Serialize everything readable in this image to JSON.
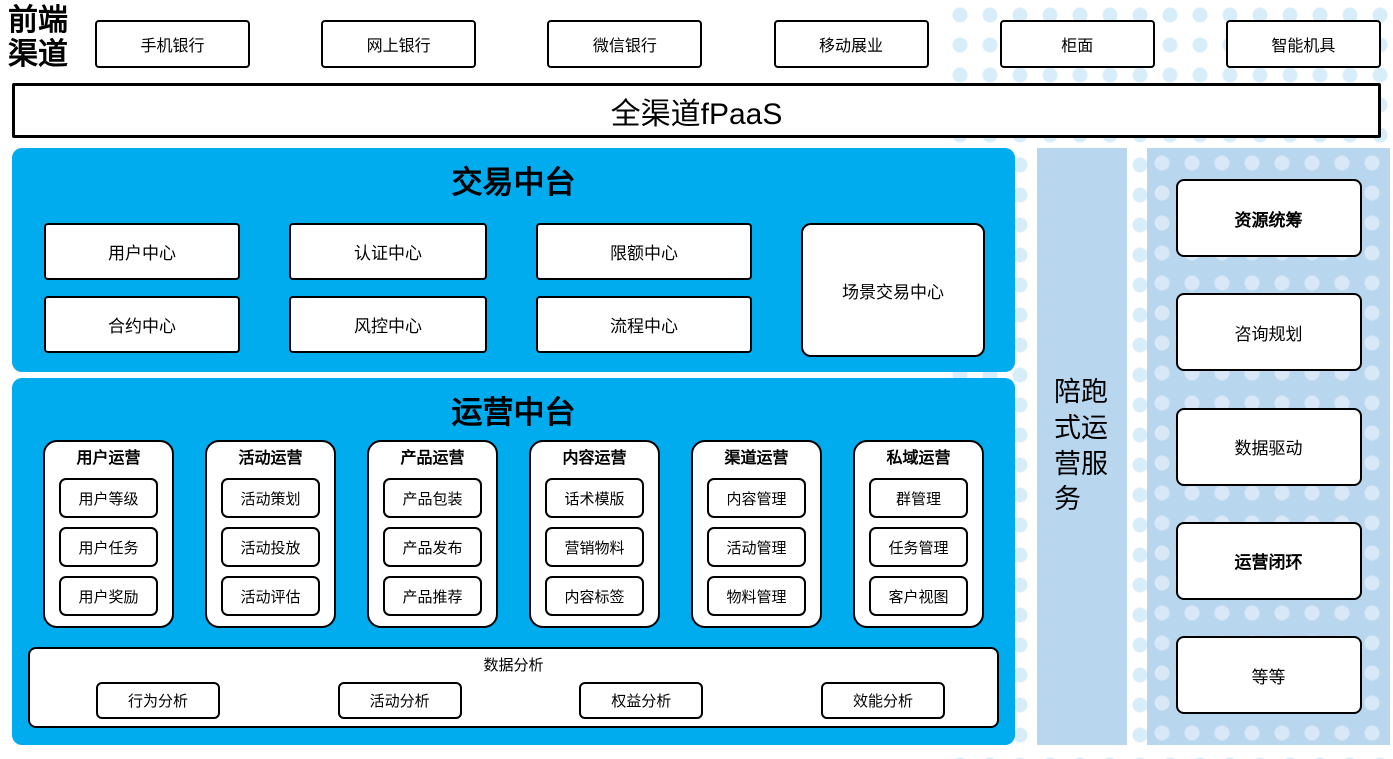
{
  "colors": {
    "main_blue": "#00abee",
    "light_blue": "#b8d6ee",
    "dot_blue": "#d8edfa",
    "border": "#000000"
  },
  "frontend": {
    "label": "前端渠道",
    "channels": [
      "手机银行",
      "网上银行",
      "微信银行",
      "移动展业",
      "柜面",
      "智能机具"
    ]
  },
  "fpaas": {
    "label": "全渠道fPaaS"
  },
  "trade_platform": {
    "title": "交易中台",
    "centers": [
      "用户中心",
      "认证中心",
      "限额中心",
      "合约中心",
      "风控中心",
      "流程中心"
    ],
    "scene_center": "场景交易中心"
  },
  "operation_platform": {
    "title": "运营中台",
    "groups": [
      {
        "title": "用户运营",
        "items": [
          "用户等级",
          "用户任务",
          "用户奖励"
        ]
      },
      {
        "title": "活动运营",
        "items": [
          "活动策划",
          "活动投放",
          "活动评估"
        ]
      },
      {
        "title": "产品运营",
        "items": [
          "产品包装",
          "产品发布",
          "产品推荐"
        ]
      },
      {
        "title": "内容运营",
        "items": [
          "话术模版",
          "营销物料",
          "内容标签"
        ]
      },
      {
        "title": "渠道运营",
        "items": [
          "内容管理",
          "活动管理",
          "物料管理"
        ]
      },
      {
        "title": "私域运营",
        "items": [
          "群管理",
          "任务管理",
          "客户视图"
        ]
      }
    ],
    "data_analysis": {
      "title": "数据分析",
      "items": [
        "行为分析",
        "活动分析",
        "权益分析",
        "效能分析"
      ]
    }
  },
  "companion_bar": {
    "label": "陪跑式运营服务"
  },
  "service_column": {
    "items": [
      {
        "label": "资源统筹",
        "bold": true
      },
      {
        "label": "咨询规划",
        "bold": false
      },
      {
        "label": "数据驱动",
        "bold": false
      },
      {
        "label": "运营闭环",
        "bold": true
      },
      {
        "label": "等等",
        "bold": false
      }
    ]
  }
}
